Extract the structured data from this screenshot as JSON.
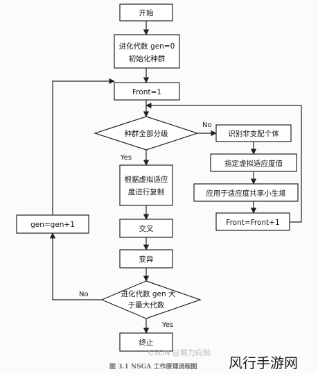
{
  "nodes": {
    "start": "开始",
    "init_line1": "进化代数 gen=0",
    "init_line2": "初始化种群",
    "front_init": "Front=1",
    "classify": "种群全部分级",
    "identify": "识别非支配个体",
    "assign_fitness": "指定虚拟适应度值",
    "sharing": "应用于适应度共享小生境",
    "front_inc": "Front=Front+1",
    "copy_line1": "根据虚拟适应",
    "copy_line2": "度进行复制",
    "crossover": "交叉",
    "mutation": "变异",
    "check_line1": "进化代数 gen 大",
    "check_line2": "于最大代数",
    "gen_inc": "gen=gen+1",
    "end": "终止"
  },
  "edge_labels": {
    "classify_no": "No",
    "classify_yes": "Yes",
    "check_no": "No",
    "check_yes": "Yes"
  },
  "caption": "图 3.1 NSGA 工作原理流程图",
  "watermark": {
    "csdn": "CSDN @努力向前",
    "site": "风行手游网"
  }
}
